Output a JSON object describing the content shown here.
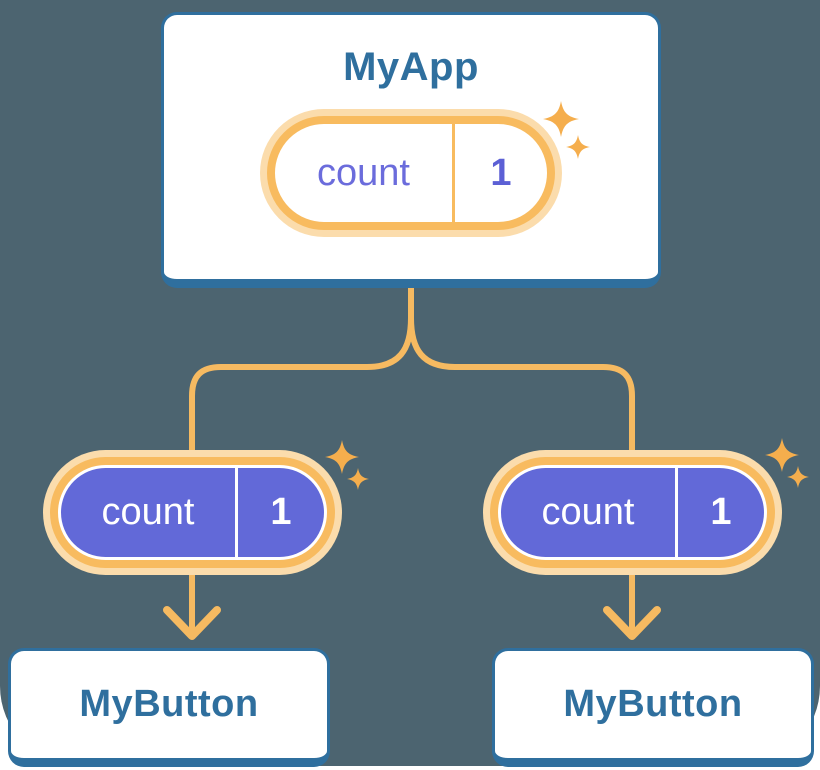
{
  "diagram": {
    "root": {
      "title": "MyApp",
      "state": {
        "label": "count",
        "value": "1"
      }
    },
    "children": [
      {
        "title": "MyButton",
        "pill": {
          "label": "count",
          "value": "1"
        }
      },
      {
        "title": "MyButton",
        "pill": {
          "label": "count",
          "value": "1"
        }
      }
    ]
  },
  "icons": {
    "sparkle": "four-point-star",
    "arrow": "down-arrow"
  },
  "colors": {
    "panel_background": "#4C6470",
    "page_background": "#FFFFFF",
    "card_background": "#FFFFFF",
    "card_border": "#2F6F9E",
    "title_text": "#2F6F9E",
    "state_text": "#6B6CDC",
    "state_value_text": "#5C60D5",
    "pill_fill": "#6269D8",
    "pill_ring": "#F8BB5F",
    "pill_halo": "#FBDCAC",
    "connector": "#F6BA61",
    "sparkle": "#F5AE4D",
    "pill_text_on_fill": "#FFFFFF"
  }
}
